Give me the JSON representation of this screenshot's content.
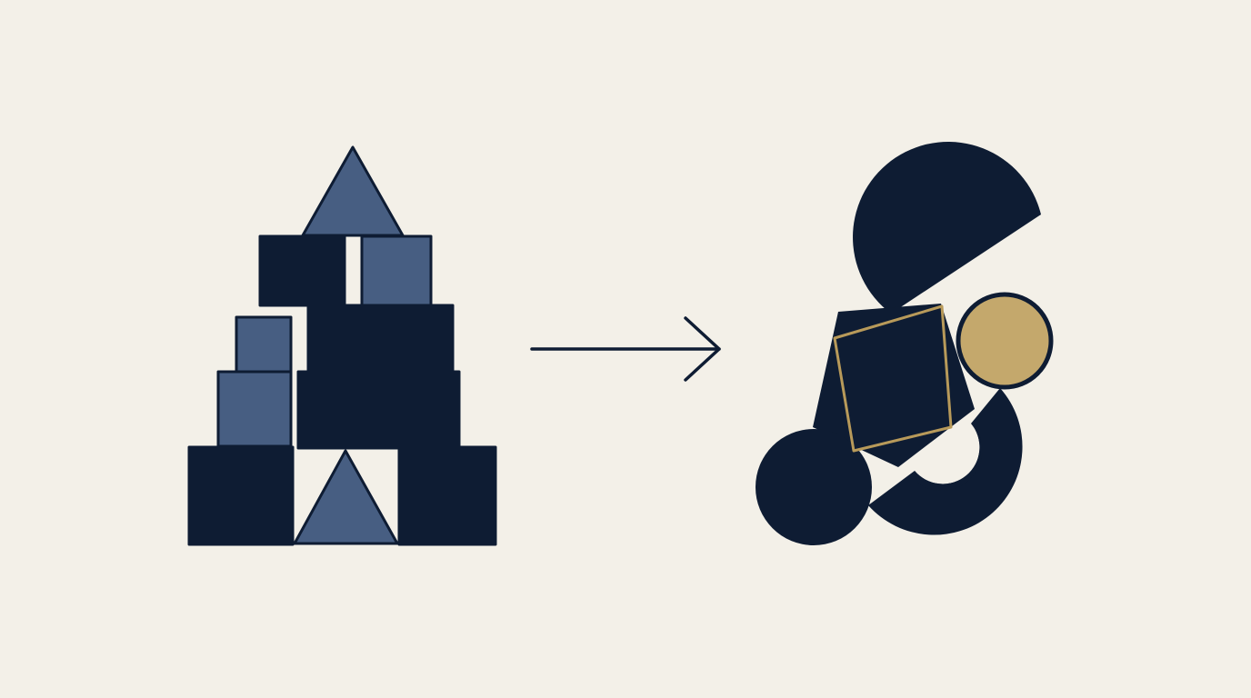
{
  "colors": {
    "background": "#F3F0E8",
    "navy": "#0E1C33",
    "slate_blue": "#475E82",
    "gold": "#C4A86C",
    "gold_stroke": "#B89A5A"
  },
  "diagram": {
    "left_group": "stacked-blocks",
    "connector": "arrow-right",
    "right_group": "rearranged-shapes"
  }
}
